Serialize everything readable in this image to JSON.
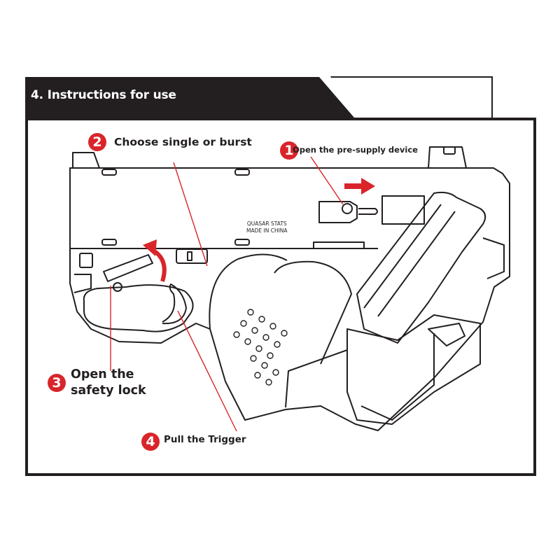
{
  "header": {
    "title": "4. Instructions for use"
  },
  "steps": [
    {
      "number": "1",
      "label": "Open the pre-supply device"
    },
    {
      "number": "2",
      "label": "Choose single or burst"
    },
    {
      "number": "3",
      "label_line1": "Open the",
      "label_line2": "safety lock"
    },
    {
      "number": "4",
      "label": "Pull the Trigger"
    }
  ],
  "stamp": {
    "line1": "QUASAR STATS",
    "line2": "MADE IN CHINA"
  },
  "colors": {
    "accent": "#d9252a",
    "ink": "#231f20",
    "background": "#ffffff"
  }
}
